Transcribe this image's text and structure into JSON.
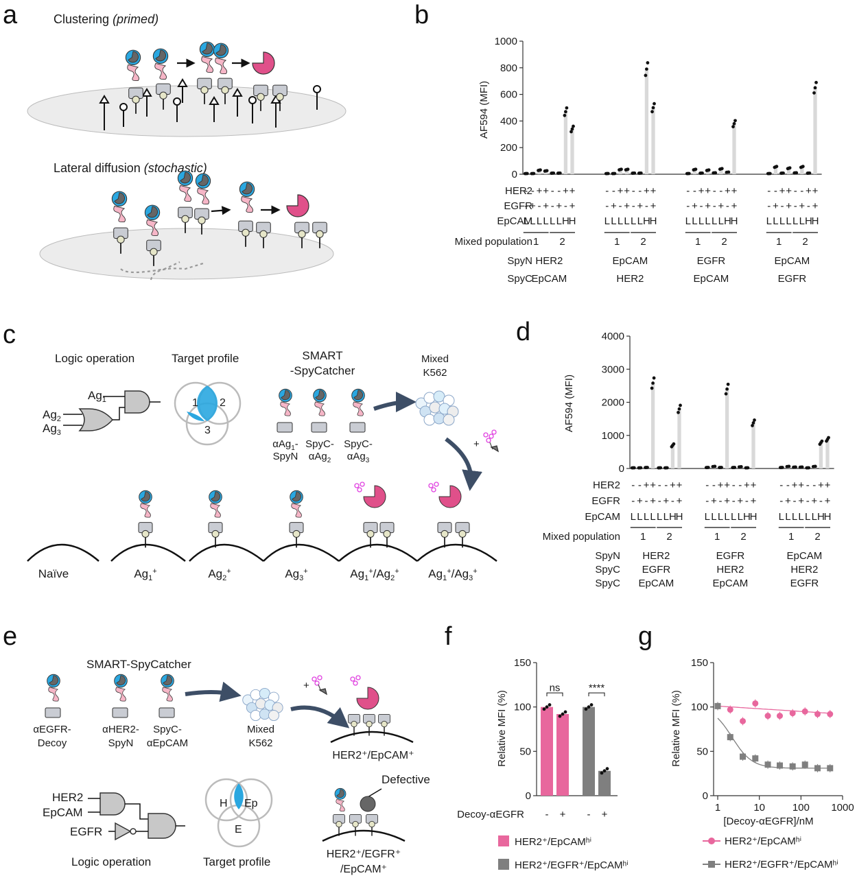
{
  "panel_letters": [
    "a",
    "b",
    "c",
    "d",
    "e",
    "f",
    "g"
  ],
  "panel_a": {
    "title_clustering": "Clustering",
    "title_clustering_mode": "(primed)",
    "title_diffusion": "Lateral diffusion",
    "title_diffusion_mode": "(stochastic)"
  },
  "panel_c": {
    "logic_title": "Logic operation",
    "target_title": "Target profile",
    "smart_title_1": "SMART",
    "smart_title_2": "-SpyCatcher",
    "mixed_title_1": "Mixed",
    "mixed_title_2": "K562",
    "gate_ag1": "Ag",
    "gate_ag2": "Ag",
    "gate_ag3": "Ag",
    "venn_labels": [
      "1",
      "2",
      "3"
    ],
    "reagent_1a": "αAg",
    "reagent_1b": "-SpyN",
    "reagent_1b_full": "SpyN",
    "reagent_2a": "SpyC-",
    "reagent_2b": "αAg",
    "reagent_3a": "SpyC-",
    "reagent_3b": "αAg",
    "plus": "+",
    "cells": [
      "Naïve",
      "Ag1+",
      "Ag2+",
      "Ag3+",
      "Ag1+/Ag2+",
      "Ag1+/Ag3+"
    ]
  },
  "panel_e": {
    "smart_title": "SMART-SpyCatcher",
    "reagent_1": [
      "αEGFR-",
      "Decoy"
    ],
    "reagent_2": [
      "αHER2-",
      "SpyN"
    ],
    "reagent_3": [
      "SpyC-",
      "αEpCAM"
    ],
    "mixed": [
      "Mixed",
      "K562"
    ],
    "plus": "+",
    "cell_1": "HER2⁺/EpCAM⁺",
    "cell_2a": "HER2⁺/EGFR⁺",
    "cell_2b": "/EpCAM⁺",
    "defective": "Defective",
    "gate_inputs": [
      "HER2",
      "EpCAM",
      "EGFR"
    ],
    "logic_title": "Logic operation",
    "target_title": "Target profile",
    "venn_labels": [
      "H",
      "Ep",
      "E"
    ]
  },
  "chart_data": [
    {
      "panel": "b",
      "type": "bar",
      "ylabel": "AF594 (MFI)",
      "ylim": [
        0,
        1000
      ],
      "yticks": [
        0,
        200,
        400,
        600,
        800,
        1000
      ],
      "row_labels": [
        "HER2",
        "EGFR",
        "EpCAM",
        "Mixed population",
        "SpyN",
        "SpyC"
      ],
      "her2": [
        "-",
        "-",
        "+",
        "+",
        "-",
        "-",
        "+",
        "+",
        "-",
        "-",
        "+",
        "+",
        "-",
        "-",
        "+",
        "+",
        "-",
        "-",
        "+",
        "+",
        "-",
        "-",
        "+",
        "+",
        "-",
        "-",
        "+",
        "+",
        "-",
        "-",
        "+",
        "+"
      ],
      "egfr": [
        "-",
        "+",
        "-",
        "+",
        "-",
        "+",
        "-",
        "+",
        "-",
        "+",
        "-",
        "+",
        "-",
        "+",
        "-",
        "+",
        "-",
        "+",
        "-",
        "+",
        "-",
        "+",
        "-",
        "+",
        "-",
        "+",
        "-",
        "+",
        "-",
        "+",
        "-",
        "+"
      ],
      "epcam": [
        "L",
        "L",
        "L",
        "L",
        "L",
        "L",
        "H",
        "H",
        "L",
        "L",
        "L",
        "L",
        "L",
        "L",
        "H",
        "H",
        "L",
        "L",
        "L",
        "L",
        "L",
        "L",
        "H",
        "H",
        "L",
        "L",
        "L",
        "L",
        "L",
        "L",
        "H",
        "H"
      ],
      "mixed_population": [
        "1",
        "2",
        "1",
        "2",
        "1",
        "2",
        "1",
        "2"
      ],
      "spyn": [
        "HER2",
        "EpCAM",
        "EGFR",
        "EpCAM"
      ],
      "spyc": [
        "EpCAM",
        "HER2",
        "EpCAM",
        "EGFR"
      ],
      "values": [
        5,
        5,
        30,
        25,
        8,
        8,
        470,
        340,
        5,
        5,
        35,
        35,
        8,
        8,
        790,
        500,
        5,
        35,
        8,
        30,
        10,
        40,
        15,
        380,
        5,
        55,
        8,
        45,
        10,
        55,
        8,
        650
      ]
    },
    {
      "panel": "d",
      "type": "bar",
      "ylabel": "AF594 (MFI)",
      "ylim": [
        0,
        4000
      ],
      "yticks": [
        0,
        1000,
        2000,
        3000,
        4000
      ],
      "row_labels": [
        "HER2",
        "EGFR",
        "EpCAM",
        "Mixed population",
        "SpyN",
        "SpyC",
        "SpyC"
      ],
      "her2": [
        "-",
        "-",
        "+",
        "+",
        "-",
        "-",
        "+",
        "+",
        "-",
        "-",
        "+",
        "+",
        "-",
        "-",
        "+",
        "+",
        "-",
        "-",
        "+",
        "+",
        "-",
        "-",
        "+",
        "+"
      ],
      "egfr": [
        "-",
        "+",
        "-",
        "+",
        "-",
        "+",
        "-",
        "+",
        "-",
        "+",
        "-",
        "+",
        "-",
        "+",
        "-",
        "+",
        "-",
        "+",
        "-",
        "+",
        "-",
        "+",
        "-",
        "+"
      ],
      "epcam": [
        "L",
        "L",
        "L",
        "L",
        "L",
        "L",
        "H",
        "H",
        "L",
        "L",
        "L",
        "L",
        "L",
        "L",
        "H",
        "H",
        "L",
        "L",
        "L",
        "L",
        "L",
        "L",
        "H",
        "H"
      ],
      "mixed_population": [
        "1",
        "2",
        "1",
        "2",
        "1",
        "2"
      ],
      "spyn": [
        "HER2",
        "EGFR",
        "EpCAM"
      ],
      "spyc1": [
        "EGFR",
        "HER2",
        "HER2"
      ],
      "spyc2": [
        "EpCAM",
        "EpCAM",
        "EGFR"
      ],
      "values": [
        20,
        20,
        30,
        2580,
        20,
        20,
        700,
        1800,
        30,
        60,
        30,
        2400,
        30,
        50,
        20,
        1380,
        30,
        60,
        40,
        40,
        20,
        60,
        780,
        880
      ]
    },
    {
      "panel": "f",
      "type": "bar",
      "ylabel": "Relative MFI (%)",
      "ylim": [
        0,
        150
      ],
      "yticks": [
        0,
        50,
        100,
        150
      ],
      "xlabel": "Decoy-αEGFR",
      "conditions": [
        "-",
        "+",
        "-",
        "+"
      ],
      "series": [
        {
          "name": "HER2⁺/EpCAMʰⁱ",
          "color": "#e8679d",
          "values": [
            100,
            92
          ]
        },
        {
          "name": "HER2⁺/EGFR⁺/EpCAMʰⁱ",
          "color": "#7f7f7f",
          "values": [
            100,
            28
          ]
        }
      ],
      "significance": [
        "ns",
        "****"
      ]
    },
    {
      "panel": "g",
      "type": "scatter",
      "xlabel": "[Decoy-αEGFR]/nM",
      "ylabel": "Relative MFI (%)",
      "x_scale": "log",
      "xlim": [
        1,
        1000
      ],
      "xticks": [
        1,
        10,
        100,
        1000
      ],
      "ylim": [
        0,
        150
      ],
      "yticks": [
        0,
        50,
        100,
        150
      ],
      "series": [
        {
          "name": "HER2⁺/EpCAMʰⁱ",
          "color": "#e8679d",
          "marker": "circle",
          "x": [
            1,
            2,
            4,
            8,
            16,
            31,
            63,
            125,
            250,
            500
          ],
          "y": [
            101,
            97,
            84,
            104,
            90,
            90,
            93,
            95,
            92,
            92
          ]
        },
        {
          "name": "HER2⁺/EGFR⁺/EpCAMʰⁱ",
          "color": "#7f7f7f",
          "marker": "square",
          "x": [
            1,
            2,
            4,
            8,
            16,
            31,
            63,
            125,
            250,
            500
          ],
          "y": [
            101,
            66,
            44,
            42,
            35,
            34,
            33,
            35,
            31,
            31
          ]
        }
      ]
    }
  ],
  "colors": {
    "pink": "#e8679d",
    "gray": "#7f7f7f",
    "bar": "#d9d9d9",
    "blue": "#2aa7e0",
    "magenta": "#e040e0"
  }
}
